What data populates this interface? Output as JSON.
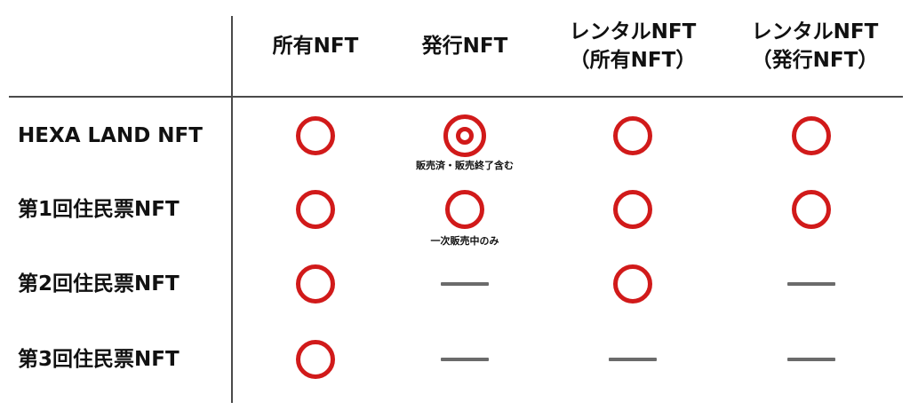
{
  "columns": [
    {
      "line1": "所有NFT",
      "line2": ""
    },
    {
      "line1": "発行NFT",
      "line2": ""
    },
    {
      "line1": "レンタルNFT",
      "line2": "（所有NFT）"
    },
    {
      "line1": "レンタルNFT",
      "line2": "（発行NFT）"
    }
  ],
  "rows": [
    {
      "label": "HEXA LAND NFT",
      "cells": [
        "circle",
        "double-circle",
        "circle",
        "circle"
      ],
      "notes": [
        "",
        "販売済・販売終了含む",
        "",
        ""
      ]
    },
    {
      "label": "第1回住民票NFT",
      "cells": [
        "circle",
        "circle",
        "circle",
        "circle"
      ],
      "notes": [
        "",
        "一次販売中のみ",
        "",
        ""
      ]
    },
    {
      "label": "第2回住民票NFT",
      "cells": [
        "circle",
        "dash",
        "circle",
        "dash"
      ],
      "notes": [
        "",
        "",
        "",
        ""
      ]
    },
    {
      "label": "第3回住民票NFT",
      "cells": [
        "circle",
        "dash",
        "dash",
        "dash"
      ],
      "notes": [
        "",
        "",
        "",
        ""
      ]
    }
  ],
  "colors": {
    "mark": "#d11a1a",
    "dash": "#6b6b6b",
    "rule": "#4a4a4a"
  }
}
